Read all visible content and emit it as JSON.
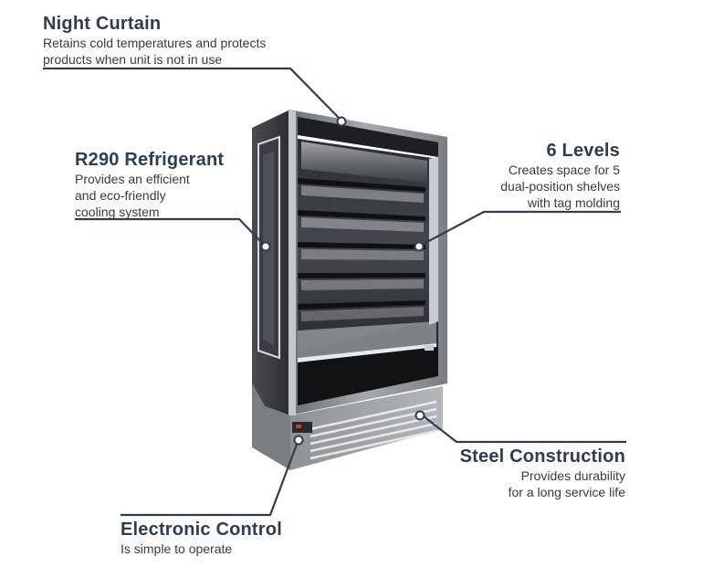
{
  "callouts": {
    "night_curtain": {
      "title": "Night Curtain",
      "line1": "Retains cold temperatures and protects",
      "line2": "products when unit is not in use"
    },
    "refrigerant": {
      "title": "R290 Refrigerant",
      "line1": "Provides an efficient",
      "line2": "and eco-friendly",
      "line3": "cooling system"
    },
    "levels": {
      "title": "6 Levels",
      "line1": "Creates space for 5",
      "line2": "dual-position shelves",
      "line3": "with tag molding"
    },
    "steel": {
      "title": "Steel Construction",
      "line1": "Provides durability",
      "line2": "for a long service life"
    },
    "electronic": {
      "title": "Electronic Control",
      "line1": "Is simple to operate"
    }
  },
  "colors": {
    "title": "#2f3d4c",
    "leader_line": "#2f3d4c",
    "cabinet_steel": "#8c8f93",
    "cabinet_dark": "#1f2023"
  }
}
